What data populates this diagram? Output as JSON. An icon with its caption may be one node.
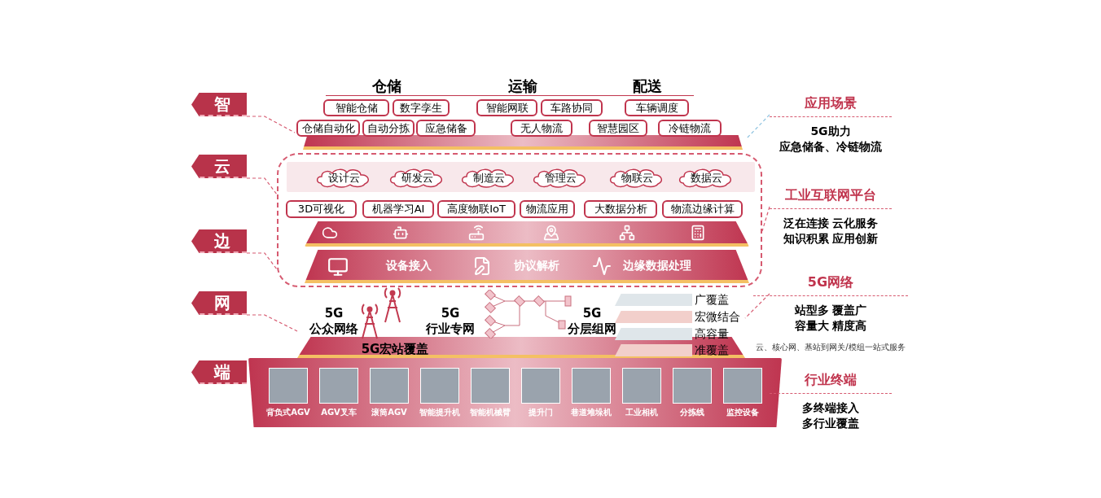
{
  "diagram": {
    "nodes": [
      {
        "text": [
          "智"
        ]
      },
      {
        "text": [
          "云"
        ]
      },
      {
        "text": [
          "边"
        ]
      },
      {
        "text": [
          "网"
        ]
      },
      {
        "text": [
          "端"
        ]
      },
      {
        "text": [
          "仓储",
          "运输",
          "配送"
        ]
      },
      {
        "text": [
          "智能仓储"
        ],
        "in": 5
      },
      {
        "text": [
          "数字孪生"
        ],
        "in": 5
      },
      {
        "text": [
          "智能网联"
        ],
        "in": 5
      },
      {
        "text": [
          "车路协同"
        ],
        "in": 5
      },
      {
        "text": [
          "车辆调度"
        ],
        "in": 5
      },
      {
        "text": [
          "仓储自动化"
        ],
        "in": 5
      },
      {
        "text": [
          "自动分拣"
        ],
        "in": 5
      },
      {
        "text": [
          "应急储备"
        ],
        "in": 5
      },
      {
        "text": [
          "无人物流"
        ],
        "in": 5
      },
      {
        "text": [
          "智慧园区"
        ],
        "in": 5
      },
      {
        "text": [
          "冷链物流"
        ],
        "in": 5
      },
      {
        "text": [],
        "shape": "box"
      },
      {
        "text": [],
        "shape": "band",
        "in": 17
      },
      {
        "text": [
          "设计云"
        ],
        "in": 18
      },
      {
        "text": [
          "研发云"
        ],
        "in": 18
      },
      {
        "text": [
          "制造云"
        ],
        "in": 18
      },
      {
        "text": [
          "管理云"
        ],
        "in": 18
      },
      {
        "text": [
          "物联云"
        ],
        "in": 18
      },
      {
        "text": [
          "数据云"
        ],
        "in": 18
      },
      {
        "text": [
          "3D可视化"
        ],
        "in": 17
      },
      {
        "text": [
          "机器学习AI"
        ],
        "in": 17
      },
      {
        "text": [
          "高度物联IoT"
        ],
        "in": 17
      },
      {
        "text": [
          "物流应用"
        ],
        "in": 17
      },
      {
        "text": [
          "大数据分析"
        ],
        "in": 17
      },
      {
        "text": [
          "物流边缘计算"
        ],
        "in": 17
      },
      {
        "text": [],
        "shape": "band",
        "in": 17
      },
      {
        "text": [
          "设备接入",
          "协议解析",
          "边缘数据处理"
        ],
        "in": 17
      },
      {
        "text": [
          "5G 公众网络",
          "5G 行业专网",
          "5G 分层组网",
          "5G宏站覆盖"
        ]
      },
      {
        "text": [
          "广覆盖"
        ],
        "in": 33
      },
      {
        "text": [
          "宏微结合"
        ],
        "in": 33
      },
      {
        "text": [
          "高容量"
        ],
        "in": 33
      },
      {
        "text": [
          "准覆盖"
        ],
        "in": 33
      },
      {
        "text": [],
        "shape": "band"
      },
      {
        "text": [
          "背负式AGV"
        ],
        "in": 38
      },
      {
        "text": [
          "AGV叉车"
        ],
        "in": 38
      },
      {
        "text": [
          "滚筒AGV"
        ],
        "in": 38
      },
      {
        "text": [
          "智能提升机"
        ],
        "in": 38
      },
      {
        "text": [
          "智能机械臂"
        ],
        "in": 38
      },
      {
        "text": [
          "提升门"
        ],
        "in": 38
      },
      {
        "text": [
          "巷道堆垛机"
        ],
        "in": 38
      },
      {
        "text": [
          "工业相机"
        ],
        "in": 38
      },
      {
        "text": [
          "分拣线"
        ],
        "in": 38
      },
      {
        "text": [
          "监控设备"
        ],
        "in": 38
      },
      {
        "text": [
          "应用场景",
          "5G助力",
          "应急储备、冷链物流"
        ]
      },
      {
        "text": [
          "工业互联网平台",
          "泛在连接 云化服务",
          "知识积累 应用创新"
        ]
      },
      {
        "text": [
          "5G网络",
          "站型多 覆盖广",
          "容量大 精度高",
          "云、核心网、基站到网关/模组一站式服务"
        ]
      },
      {
        "text": [
          "行业终端",
          "多终端接入",
          "多行业覆盖"
        ]
      }
    ],
    "edges": [
      {
        "from": 0,
        "to": 5,
        "arrow": "none",
        "style": "dashed"
      },
      {
        "from": 1,
        "to": 17,
        "arrow": "none",
        "style": "dashed"
      },
      {
        "from": 2,
        "to": 17,
        "arrow": "none",
        "style": "dashed"
      },
      {
        "from": 3,
        "to": 33,
        "arrow": "none",
        "style": "dashed"
      },
      {
        "from": 49,
        "to": 5,
        "arrow": "none",
        "style": "dashed",
        "color": "#8fc3e0"
      },
      {
        "from": 50,
        "to": 17,
        "arrow": "none",
        "style": "dashed"
      },
      {
        "from": 51,
        "to": 33,
        "arrow": "none",
        "style": "dashed"
      }
    ]
  }
}
